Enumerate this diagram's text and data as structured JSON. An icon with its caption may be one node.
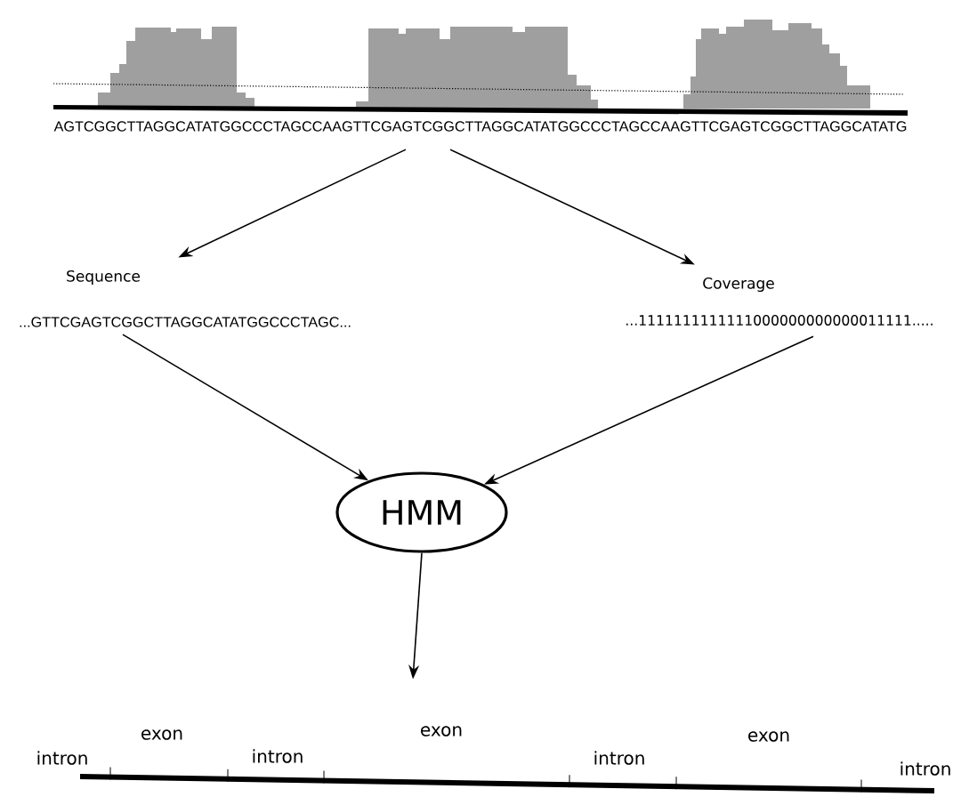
{
  "diagram": {
    "nodes": [
      {
        "text": [
          "AGTCGGCTTAGGCATATGGCCCTAGCCAAGTTCGAGTCGGCTTAGGCATATGGCCCTAGCCAAGTTCGAGTCGGCTTAGGCATATG"
        ]
      },
      {
        "text": [
          "Sequence",
          "...GTTCGAGTCGGCTTAGGCATATGGCCCTAGC..."
        ]
      },
      {
        "text": [
          "Coverage",
          "...1111111111111000000000000011111....."
        ]
      },
      {
        "text": [
          "HMM"
        ]
      },
      {
        "text": [
          "intron",
          "exon",
          "intron",
          "exon",
          "intron",
          "exon",
          "intron"
        ]
      }
    ],
    "edges": [
      {
        "from": 0,
        "to": 1,
        "arrow": "to"
      },
      {
        "from": 0,
        "to": 2,
        "arrow": "to"
      },
      {
        "from": 1,
        "to": 3,
        "arrow": "to"
      },
      {
        "from": 2,
        "to": 3,
        "arrow": "to"
      },
      {
        "from": 3,
        "to": 4,
        "arrow": "to"
      }
    ]
  }
}
